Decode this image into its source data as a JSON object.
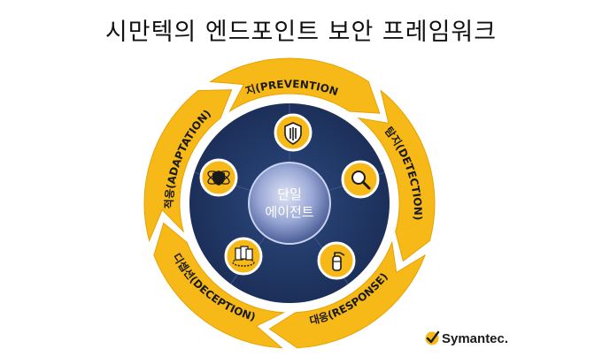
{
  "title": "시만텍의 엔드포인트 보안 프레임워크",
  "center": {
    "line1": "단일",
    "line2": "에이전트"
  },
  "stages": [
    {
      "label": "방지(PREVENTION)",
      "icon": "shield-icon"
    },
    {
      "label": "탐지(DETECTION)",
      "icon": "magnifier-icon"
    },
    {
      "label": "대응(RESPONSE)",
      "icon": "fire-extinguisher-icon"
    },
    {
      "label": "디셉션(DECEPTION)",
      "icon": "decoy-documents-icon"
    },
    {
      "label": "적응(ADAPTATION)",
      "icon": "atom-shield-icon"
    }
  ],
  "logo": {
    "text": "Symantec."
  },
  "colors": {
    "ring": "#f7b918",
    "ring_edge": "#e8a200",
    "inner_disc": "#223a6b",
    "center_hub": "#8e9fd0",
    "icon_badge": "#f7b918",
    "text": "#1a1a1a"
  }
}
